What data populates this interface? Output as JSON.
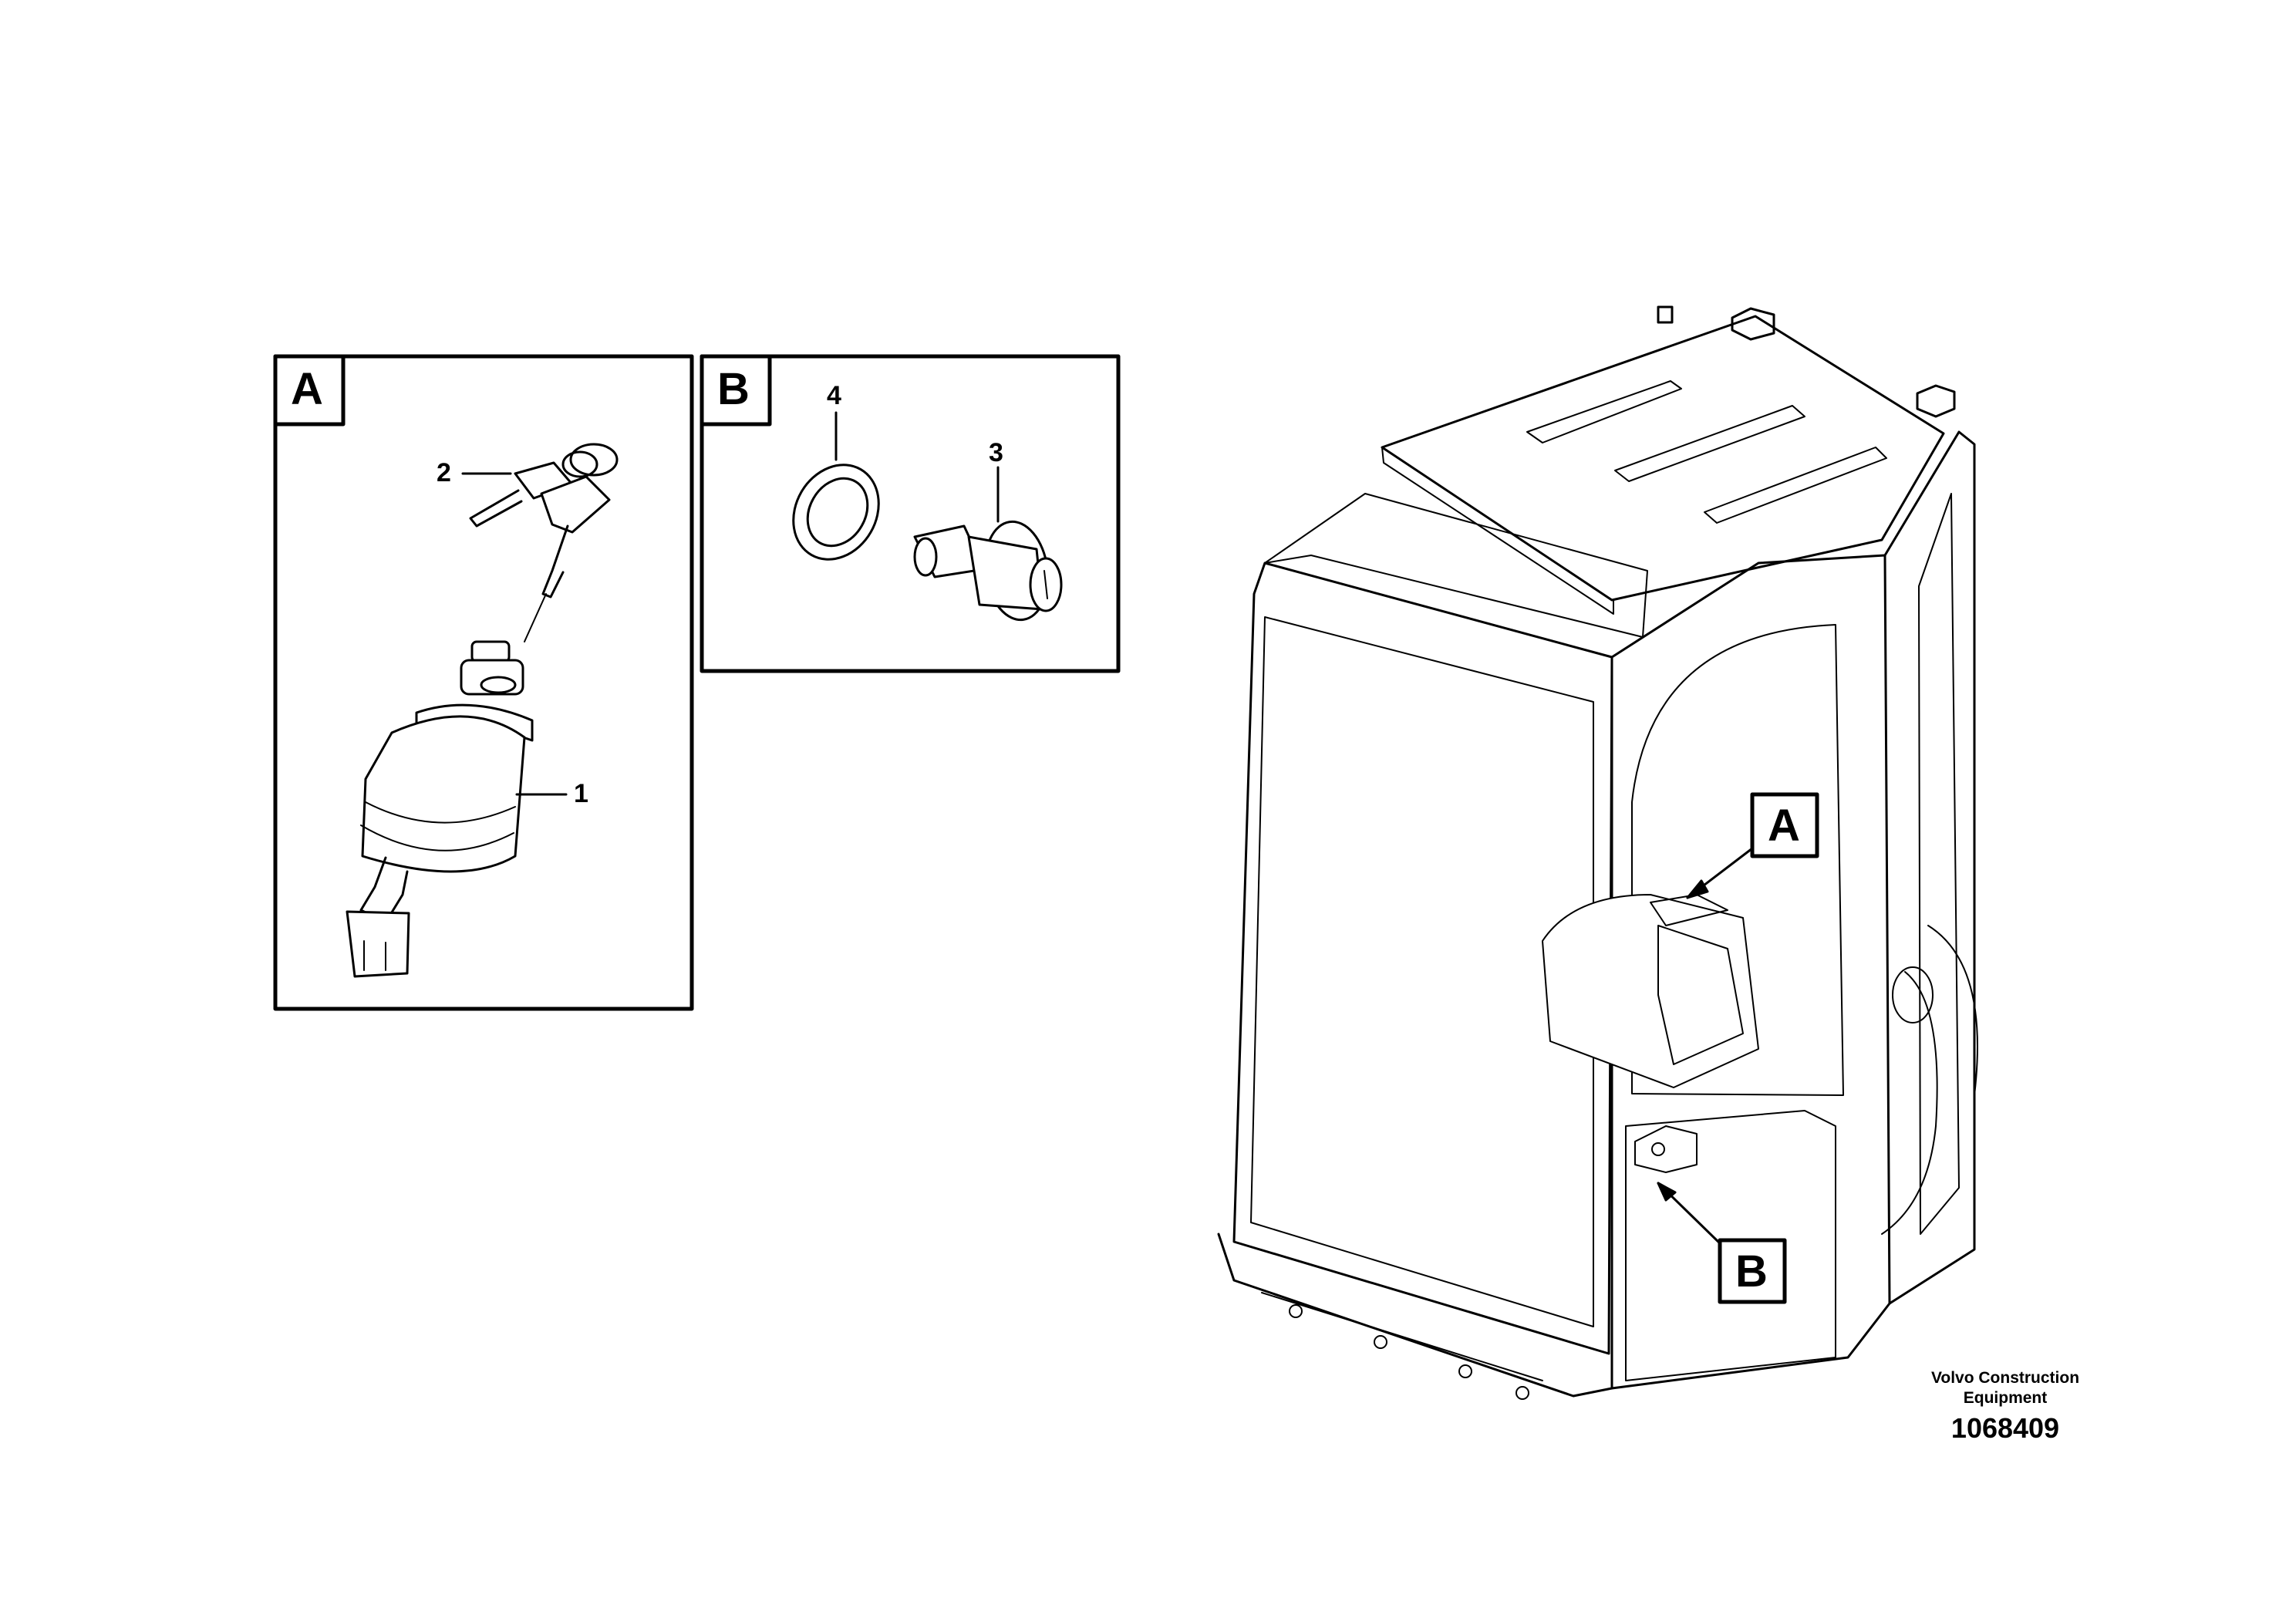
{
  "details": [
    {
      "letter": "A"
    },
    {
      "letter": "B"
    }
  ],
  "callouts": {
    "part1": "1",
    "part2": "2",
    "part3": "3",
    "part4": "4"
  },
  "cab_markers": {
    "a": "A",
    "b": "B"
  },
  "footer": {
    "brand_line1": "Volvo Construction",
    "brand_line2": "Equipment",
    "drawing_number": "1068409"
  }
}
